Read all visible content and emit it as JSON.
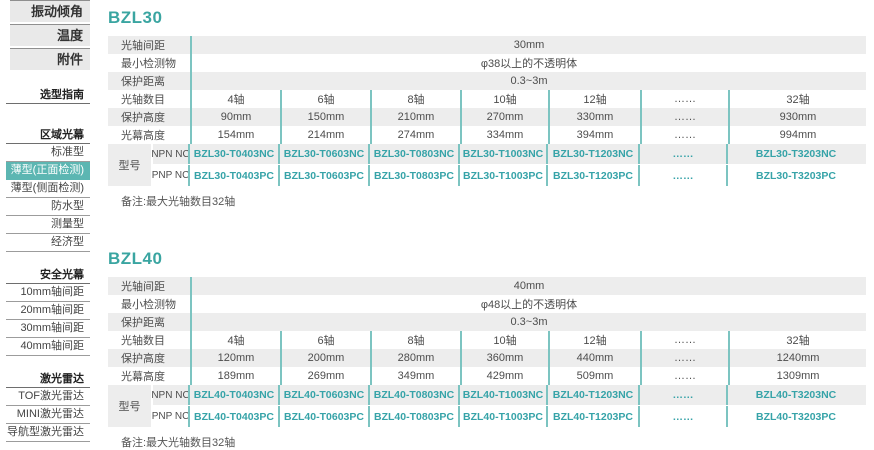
{
  "colors": {
    "accent_teal": "#3aa5a1",
    "selected_item_bg": "#5cb6b2",
    "table_divider_teal": "#7cc4c1",
    "model_link_teal": "#36a3a8",
    "row_gray": "#ededed"
  },
  "sidebar": {
    "top_items": [
      {
        "label": "振动倾角"
      },
      {
        "label": "温度"
      },
      {
        "label": "附件"
      }
    ],
    "guide_label": "选型指南",
    "groups": [
      {
        "header": "区域光幕",
        "items": [
          {
            "label": "标准型"
          },
          {
            "label": "薄型(正面检测)"
          },
          {
            "label": "薄型(侧面检测)"
          },
          {
            "label": "防水型"
          },
          {
            "label": "测量型"
          },
          {
            "label": "经济型"
          }
        ]
      },
      {
        "header": "安全光幕",
        "items": [
          {
            "label": "10mm轴间距"
          },
          {
            "label": "20mm轴间距"
          },
          {
            "label": "30mm轴间距"
          },
          {
            "label": "40mm轴间距"
          }
        ]
      },
      {
        "header": "激光雷达",
        "items": [
          {
            "label": "TOF激光雷达"
          },
          {
            "label": "MINI激光雷达"
          },
          {
            "label": "导航型激光雷达"
          }
        ]
      }
    ]
  },
  "sections": {
    "bzl30": {
      "title": "BZL30",
      "spec_rows": [
        {
          "label": "光轴间距",
          "value": "30mm"
        },
        {
          "label": "最小检测物",
          "value": "φ38以上的不透明体"
        },
        {
          "label": "保护距离",
          "value": "0.3~3m"
        }
      ],
      "axis_rows": [
        {
          "label": "光轴数目",
          "values": [
            "4轴",
            "6轴",
            "8轴",
            "10轴",
            "12轴",
            "……",
            "32轴"
          ]
        },
        {
          "label": "保护高度",
          "values": [
            "90mm",
            "150mm",
            "210mm",
            "270mm",
            "330mm",
            "……",
            "930mm"
          ]
        },
        {
          "label": "光幕高度",
          "values": [
            "154mm",
            "214mm",
            "274mm",
            "334mm",
            "394mm",
            "……",
            "994mm"
          ]
        }
      ],
      "model_label": "型号",
      "model_rows": [
        {
          "label": "NPN NC",
          "values": [
            "BZL30-T0403NC",
            "BZL30-T0603NC",
            "BZL30-T0803NC",
            "BZL30-T1003NC",
            "BZL30-T1203NC",
            "……",
            "BZL30-T3203NC"
          ]
        },
        {
          "label": "PNP NC",
          "values": [
            "BZL30-T0403PC",
            "BZL30-T0603PC",
            "BZL30-T0803PC",
            "BZL30-T1003PC",
            "BZL30-T1203PC",
            "……",
            "BZL30-T3203PC"
          ]
        }
      ],
      "note": "备注:最大光轴数目32轴"
    },
    "bzl40": {
      "title": "BZL40",
      "spec_rows": [
        {
          "label": "光轴间距",
          "value": "40mm"
        },
        {
          "label": "最小检测物",
          "value": "φ48以上的不透明体"
        },
        {
          "label": "保护距离",
          "value": "0.3~3m"
        }
      ],
      "axis_rows": [
        {
          "label": "光轴数目",
          "values": [
            "4轴",
            "6轴",
            "8轴",
            "10轴",
            "12轴",
            "……",
            "32轴"
          ]
        },
        {
          "label": "保护高度",
          "values": [
            "120mm",
            "200mm",
            "280mm",
            "360mm",
            "440mm",
            "……",
            "1240mm"
          ]
        },
        {
          "label": "光幕高度",
          "values": [
            "189mm",
            "269mm",
            "349mm",
            "429mm",
            "509mm",
            "……",
            "1309mm"
          ]
        }
      ],
      "model_label": "型号",
      "model_rows": [
        {
          "label": "NPN NC",
          "values": [
            "BZL40-T0403NC",
            "BZL40-T0603NC",
            "BZL40-T0803NC",
            "BZL40-T1003NC",
            "BZL40-T1203NC",
            "……",
            "BZL40-T3203NC"
          ]
        },
        {
          "label": "PNP NC",
          "values": [
            "BZL40-T0403PC",
            "BZL40-T0603PC",
            "BZL40-T0803PC",
            "BZL40-T1003PC",
            "BZL40-T1203PC",
            "……",
            "BZL40-T3203PC"
          ]
        }
      ],
      "note": "备注:最大光轴数目32轴"
    }
  }
}
